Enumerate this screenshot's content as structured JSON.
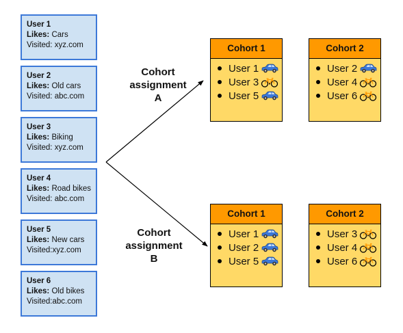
{
  "users": [
    {
      "name": "User 1",
      "likes_label": "Likes:",
      "likes": "Cars",
      "visited": "Visited: xyz.com"
    },
    {
      "name": "User 2",
      "likes_label": "Likes:",
      "likes": "Old cars",
      "visited": "Visited: abc.com"
    },
    {
      "name": "User 3",
      "likes_label": "Likes:",
      "likes": "Biking",
      "visited": "Visited: xyz.com"
    },
    {
      "name": "User 4",
      "likes_label": "Likes:",
      "likes": "Road bikes",
      "visited": "Visited: abc.com"
    },
    {
      "name": "User 5",
      "likes_label": "Likes:",
      "likes": "New cars",
      "visited": "Visited:xyz.com"
    },
    {
      "name": "User 6",
      "likes_label": "Likes:",
      "likes": "Old bikes",
      "visited": "Visited:abc.com"
    }
  ],
  "assignments": [
    {
      "label_line1": "Cohort",
      "label_line2": "assignment",
      "label_line3": "A",
      "cohorts": [
        {
          "title": "Cohort 1",
          "members": [
            {
              "user": "User 1",
              "icon": "car-icon"
            },
            {
              "user": "User 3",
              "icon": "bike-icon"
            },
            {
              "user": "User 5",
              "icon": "car-icon"
            }
          ]
        },
        {
          "title": "Cohort 2",
          "members": [
            {
              "user": "User 2",
              "icon": "car-icon"
            },
            {
              "user": "User 4",
              "icon": "bike-icon"
            },
            {
              "user": "User 6",
              "icon": "bike-icon"
            }
          ]
        }
      ]
    },
    {
      "label_line1": "Cohort",
      "label_line2": "assignment",
      "label_line3": "B",
      "cohorts": [
        {
          "title": "Cohort 1",
          "members": [
            {
              "user": "User 1",
              "icon": "car-icon"
            },
            {
              "user": "User 2",
              "icon": "car-icon"
            },
            {
              "user": "User 5",
              "icon": "car-icon"
            }
          ]
        },
        {
          "title": "Cohort 2",
          "members": [
            {
              "user": "User 3",
              "icon": "bike-icon"
            },
            {
              "user": "User 4",
              "icon": "bike-icon"
            },
            {
              "user": "User 6",
              "icon": "bike-icon"
            }
          ]
        }
      ]
    }
  ],
  "colors": {
    "user_card_fill": "#cfe2f3",
    "user_card_border": "#3c78d8",
    "cohort_header": "#ff9900",
    "cohort_body": "#ffd966",
    "car": "#3c78d8",
    "bike": "#000000"
  }
}
